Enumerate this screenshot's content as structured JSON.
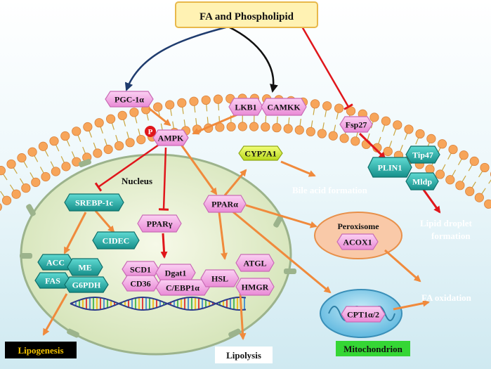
{
  "title": "FA and Phospholipid",
  "nucleus_label": "Nucleus",
  "nodes": {
    "pgc1a": "PGC-1α",
    "lkb1": "LKB1",
    "camkk": "CAMKK",
    "ampk": "AMPK",
    "p_badge": "P",
    "fsp27": "Fsp27",
    "cyp7a1": "CYP7A1",
    "plin1": "PLIN1",
    "tip47": "Tip47",
    "mldp": "Mldp",
    "srebp1c": "SREBP-1c",
    "ppara": "PPARα",
    "pparg": "PPARγ",
    "cidec": "CIDEC",
    "acc": "ACC",
    "me": "ME",
    "fas": "FAS",
    "g6pdh": "G6PDH",
    "scd1": "SCD1",
    "dgat1": "Dgat1",
    "cd36": "CD36",
    "cebp1a": "C/EBP1α",
    "hsl": "HSL",
    "atgl": "ATGL",
    "hmgr": "HMGR",
    "peroxisome": "Peroxisome",
    "acox1": "ACOX1",
    "cpt1a2": "CPT1α/2"
  },
  "labels": {
    "bile_acid": "Bile acid formation",
    "lipid_droplet_1": "Lipid droplet",
    "lipid_droplet_2": "formation",
    "fa_oxidation": "FA oxidation",
    "lipogenesis": "Lipogenesis",
    "lipolysis": "Lipolysis",
    "mitochondrion": "Mitochondrion"
  },
  "colors": {
    "pink_node": "#f7a8e6",
    "teal_node": "#2ab7b0",
    "yellow_node": "#d8f030",
    "red_arrow": "#e0161b",
    "orange_arrow": "#f08a3c",
    "dark_arrow": "#1f3c6e",
    "membrane_head": "#f7a55a",
    "nucleus_fill": "#e9f2d3",
    "mito_fill": "#8fd3ee",
    "lipogenesis_text": "#f5c400",
    "mito_badge": "#35d635"
  }
}
